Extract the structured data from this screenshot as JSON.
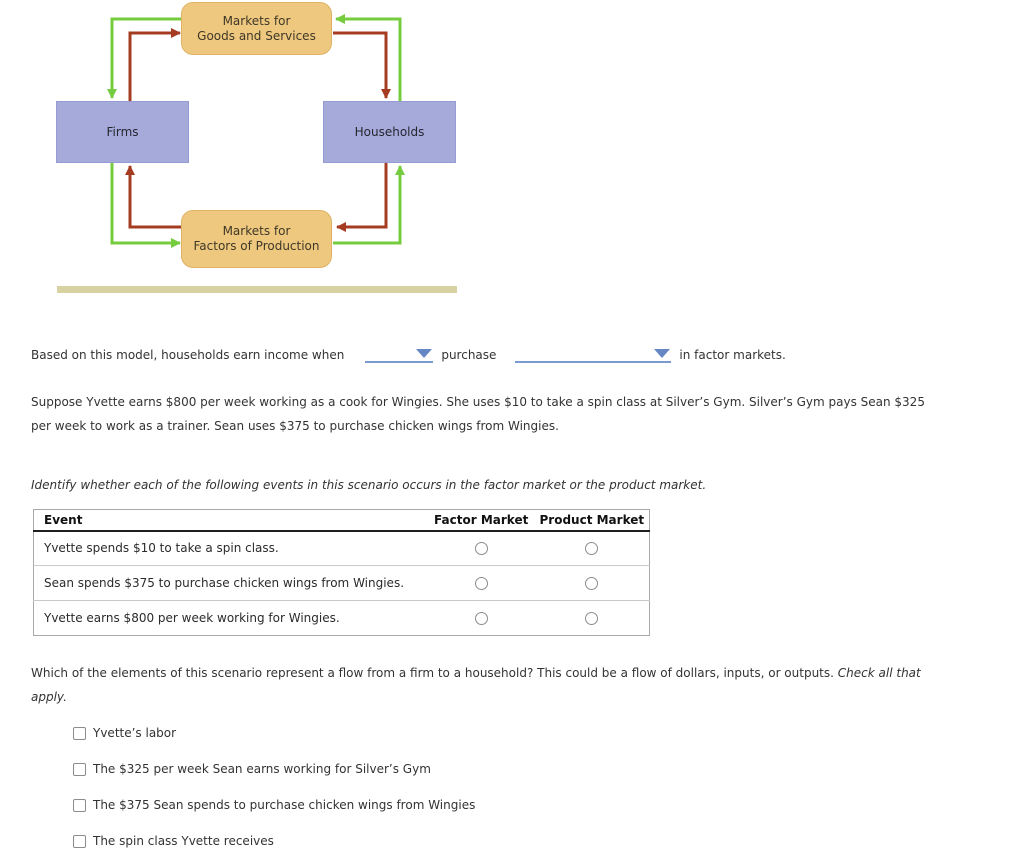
{
  "colors": {
    "arrow_green": "#74cc3e",
    "arrow_red": "#a53c22",
    "market_box": "#edc87e",
    "agent_box": "#a5aadb",
    "divider": "#d8d2a3",
    "dropdown_blue": "#7b9ace",
    "dropdown_caret": "#6687c3"
  },
  "diagram": {
    "market_top_line1": "Markets for",
    "market_top_line2": "Goods and Services",
    "firms": "Firms",
    "households": "Households",
    "market_bottom_line1": "Markets for",
    "market_bottom_line2": "Factors of Production"
  },
  "question1": {
    "text_start": "Based on this model, households earn income when",
    "dropdown1_value": "",
    "text_middle": "purchase",
    "dropdown2_value": "",
    "text_end": "in factor markets."
  },
  "scenario": "Suppose Yvette earns $800 per week working as a cook for Wingies. She uses $10 to take a spin class at Silver’s Gym. Silver’s Gym pays Sean $325 per week to work as a trainer. Sean uses $375 to purchase chicken wings from Wingies.",
  "instruction": "Identify whether each of the following events in this scenario occurs in the factor market or the product market.",
  "events_table": {
    "headers": [
      "Event",
      "Factor Market",
      "Product Market"
    ],
    "rows": [
      {
        "event": "Yvette spends $10 to take a spin class."
      },
      {
        "event": "Sean spends $375 to purchase chicken wings from Wingies."
      },
      {
        "event": "Yvette earns $800 per week working for Wingies."
      }
    ]
  },
  "question2": {
    "text": "Which of the elements of this scenario represent a flow from a firm to a household? This could be a flow of dollars, inputs, or outputs.",
    "emphasis": "Check all that apply.",
    "options": [
      "Yvette’s labor",
      "The $325 per week Sean earns working for Silver’s Gym",
      "The $375 Sean spends to purchase chicken wings from Wingies",
      "The spin class Yvette receives"
    ]
  }
}
